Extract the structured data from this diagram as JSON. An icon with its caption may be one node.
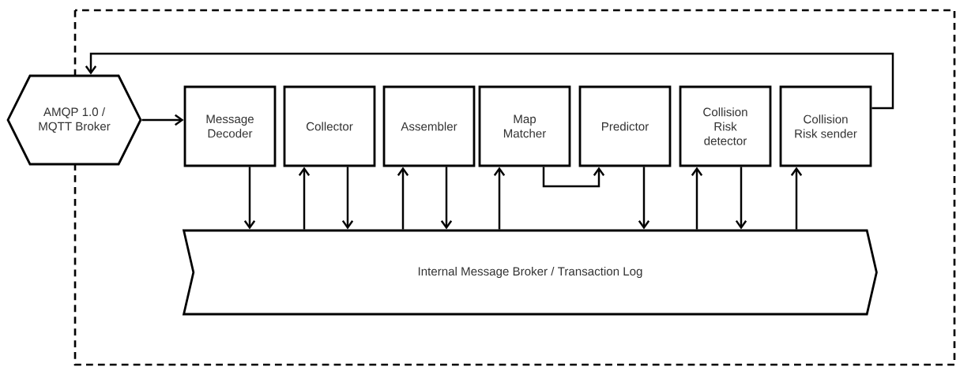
{
  "diagram": {
    "nodes": [
      {
        "text": [
          "AMQP 1.0 / MQTT Broker"
        ]
      },
      {
        "text": [
          "Message Decoder"
        ]
      },
      {
        "text": [
          "Collector"
        ]
      },
      {
        "text": [
          "Assembler"
        ]
      },
      {
        "text": [
          "Map Matcher"
        ]
      },
      {
        "text": [
          "Predictor"
        ]
      },
      {
        "text": [
          "Collision Risk detector"
        ]
      },
      {
        "text": [
          "Collision Risk sender"
        ]
      },
      {
        "text": [
          "Internal Message Broker / Transaction Log"
        ]
      }
    ],
    "edges": [
      {
        "from": 0,
        "to": 1,
        "arrow": "to"
      },
      {
        "from": 1,
        "to": 8,
        "arrow": "to"
      },
      {
        "from": 8,
        "to": 2,
        "arrow": "to"
      },
      {
        "from": 2,
        "to": 8,
        "arrow": "to"
      },
      {
        "from": 8,
        "to": 3,
        "arrow": "to"
      },
      {
        "from": 3,
        "to": 8,
        "arrow": "to"
      },
      {
        "from": 8,
        "to": 4,
        "arrow": "to"
      },
      {
        "from": 4,
        "to": 5,
        "arrow": "to"
      },
      {
        "from": 5,
        "to": 8,
        "arrow": "to"
      },
      {
        "from": 8,
        "to": 6,
        "arrow": "to"
      },
      {
        "from": 6,
        "to": 8,
        "arrow": "to"
      },
      {
        "from": 8,
        "to": 7,
        "arrow": "to"
      },
      {
        "from": 7,
        "to": 0,
        "arrow": "to"
      }
    ]
  }
}
